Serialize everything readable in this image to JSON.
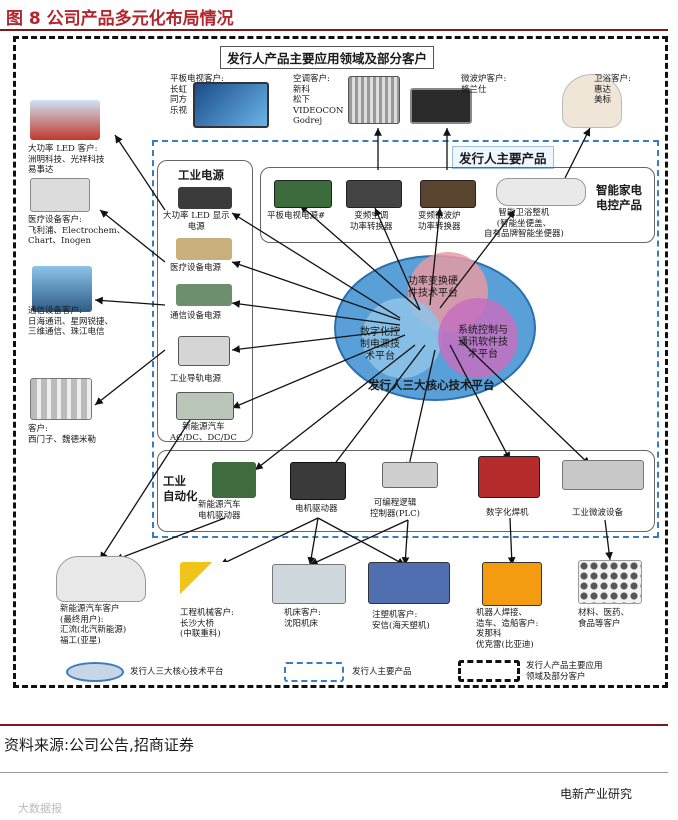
{
  "header": {
    "figure_title": "图 8 公司产品多元化布局情况"
  },
  "outer_title": "发行人产品主要应用领域及部分客户",
  "main_title": "发行人主要产品",
  "sections": {
    "industrial_power": "工业电源",
    "smart_home": "智能家电\n电控产品",
    "automation": "工业\n自动化"
  },
  "core": {
    "title": "发行人三大核心技术平台",
    "p1": "功率变换硬\n件技术平台",
    "p2": "数字化控\n制电源技\n术平台",
    "p3": "系统控制与\n通讯软件技\n术平台"
  },
  "top_customers": {
    "tv": "平板电视客户:\n长虹\n同方\n乐视",
    "ac": "空调客户:\n新科\n松下\nVIDEOCON\nGodrej",
    "mw": "微波炉客户:\n格兰仕",
    "bath": "卫浴客户:\n惠达\n美标"
  },
  "home_products": {
    "tv_power": "平板电视电源#",
    "ac_conv": "变频空调\n功率转换器",
    "mw_conv": "变频微波炉\n功率转换器",
    "toilet": "智能卫浴整机\n(智能坐便盖、\n自有品牌智能坐便器)"
  },
  "power_products": {
    "led": "大功率 LED 显示\n电源",
    "medical": "医疗设备电源",
    "telecom": "通信设备电源",
    "rail": "工业导轨电源",
    "nev": "新能源汽车\nAC/DC、DC/DC"
  },
  "left_customers": {
    "led": "大功率 LED 客户:\n洲明科技、光祥科技\n易事达",
    "medical": "医疗设备客户:\n飞利浦、Electrochem、\nChart、Inogen",
    "telecom": "通信设备客户:\n日海通讯、星网锐捷、\n三维通信、珠江电信",
    "rail": "客户:\n西门子、魏德米勒"
  },
  "auto_products": {
    "nev_motor": "新能源汽车\n电机驱动器",
    "motor": "电机驱动器",
    "plc": "可编程逻辑\n控制器(PLC)",
    "welder": "数字化焊机",
    "microwave": "工业微波设备"
  },
  "bottom_customers": {
    "car": "新能源汽车客户\n(最终用户):\n汇流(北汽新能源)\n福工(亚星)",
    "crane": "工程机械客户:\n长沙大桥\n(中联重科)",
    "machine": "机床客户:\n沈阳机床",
    "molding": "注塑机客户:\n安信(海天塑机)",
    "robot": "机器人焊接、\n造车、造船客户:\n发那科\n优克雷(比亚迪)",
    "material": "材料、医药、\n食品等客户"
  },
  "legend": {
    "core": "发行人三大核心技术平台",
    "main": "发行人主要产品",
    "outer": "发行人产品主要应用\n领域及部分客户"
  },
  "footer": {
    "source": "资料来源:公司公告,招商证券",
    "brand": "电新产业研究",
    "watermark": "大数据报"
  },
  "colors": {
    "title_red": "#b3262d",
    "main_border": "#3a7dbf",
    "core_fill": "#5aa0d8"
  }
}
